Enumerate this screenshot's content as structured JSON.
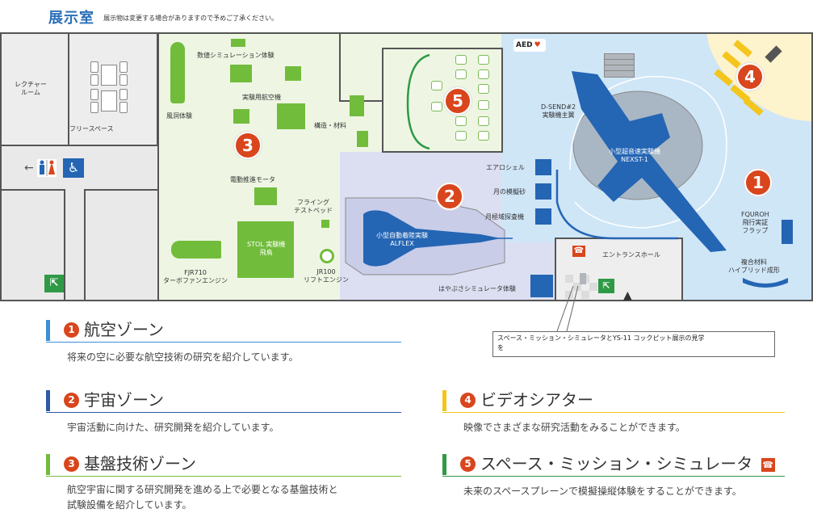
{
  "header": {
    "title": "展示室",
    "note": "展示物は変更する場合がありますので予めご了承ください。"
  },
  "map": {
    "lecture_room": "レクチャー\nルーム",
    "free_space": "フリースペース",
    "aed": "AED",
    "zone_numbers": {
      "z1": "1",
      "z2": "2",
      "z3": "3",
      "z4": "4",
      "z5": "5"
    },
    "labels": {
      "numerical_sim": "数値シミュレーション体験",
      "wind_tunnel": "風洞体験",
      "test_aircraft": "実験用航空機",
      "structure": "構造・材料",
      "electric_motor": "電動推進モータ",
      "flying_testbed": "フライング\nテストベッド",
      "stol": "STOL 実験機\n飛鳥",
      "fjr710": "FJR710\nターボファンエンジン",
      "jr100": "JR100\nリフトエンジン",
      "alflex": "小型自動着陸実験\nALFLEX",
      "aeroshell": "エアロシェル",
      "lunar_regolith": "月の模擬砂",
      "lunar_explorer": "月極域探査機",
      "hayabusa_sim": "はやぶさシミュレータ体験",
      "dsend": "D-SEND#2\n実験機主翼",
      "nexst": "小型超音速実験機\nNEXST-1",
      "fquroh": "FQUROH\n飛行実証\nフラップ",
      "composite": "複合材料\nハイブリッド成形",
      "entrance_hall": "エントランスホール",
      "callout": "スペース・ミッション・シミュレータとYS-11 コックピット展示の見学\nを"
    }
  },
  "sections": [
    {
      "num": "1",
      "title": "航空ゾーン",
      "desc": "将来の空に必要な航空技術の研究を紹介しています。"
    },
    {
      "num": "2",
      "title": "宇宙ゾーン",
      "desc": "宇宙活動に向けた、研究開発を紹介しています。"
    },
    {
      "num": "3",
      "title": "基盤技術ゾーン",
      "desc": "航空宇宙に関する研究開発を進める上で必要となる基盤技術と\n試験設備を紹介しています。"
    },
    {
      "num": "4",
      "title": "ビデオシアター",
      "desc": "映像でさまざまな研究活動をみることができます。"
    },
    {
      "num": "5",
      "title": "スペース・ミッション・シミュレータ",
      "desc": "未来のスペースプレーンで模擬操縦体験をすることができます。"
    }
  ],
  "colors": {
    "aero_zone": "#cfe6f7",
    "space_zone": "#dcdff2",
    "base_zone": "#eef6e3",
    "theater_zone": "#fdf3cc",
    "badge_red": "#d9451c",
    "exhibit_green": "#72bc3c",
    "exhibit_blue": "#2465b4",
    "bar_blue": "#3b8fd6",
    "bar_navy": "#2e5aa8",
    "bar_green": "#72bc3c",
    "bar_yellow": "#f4c51b",
    "bar_darkgreen": "#2f9a46"
  },
  "icons": [
    "arrow-left-icon",
    "restroom-icon",
    "wheelchair-icon",
    "emergency-exit-icon",
    "phone-icon",
    "aed-icon",
    "up-arrow-icon"
  ]
}
